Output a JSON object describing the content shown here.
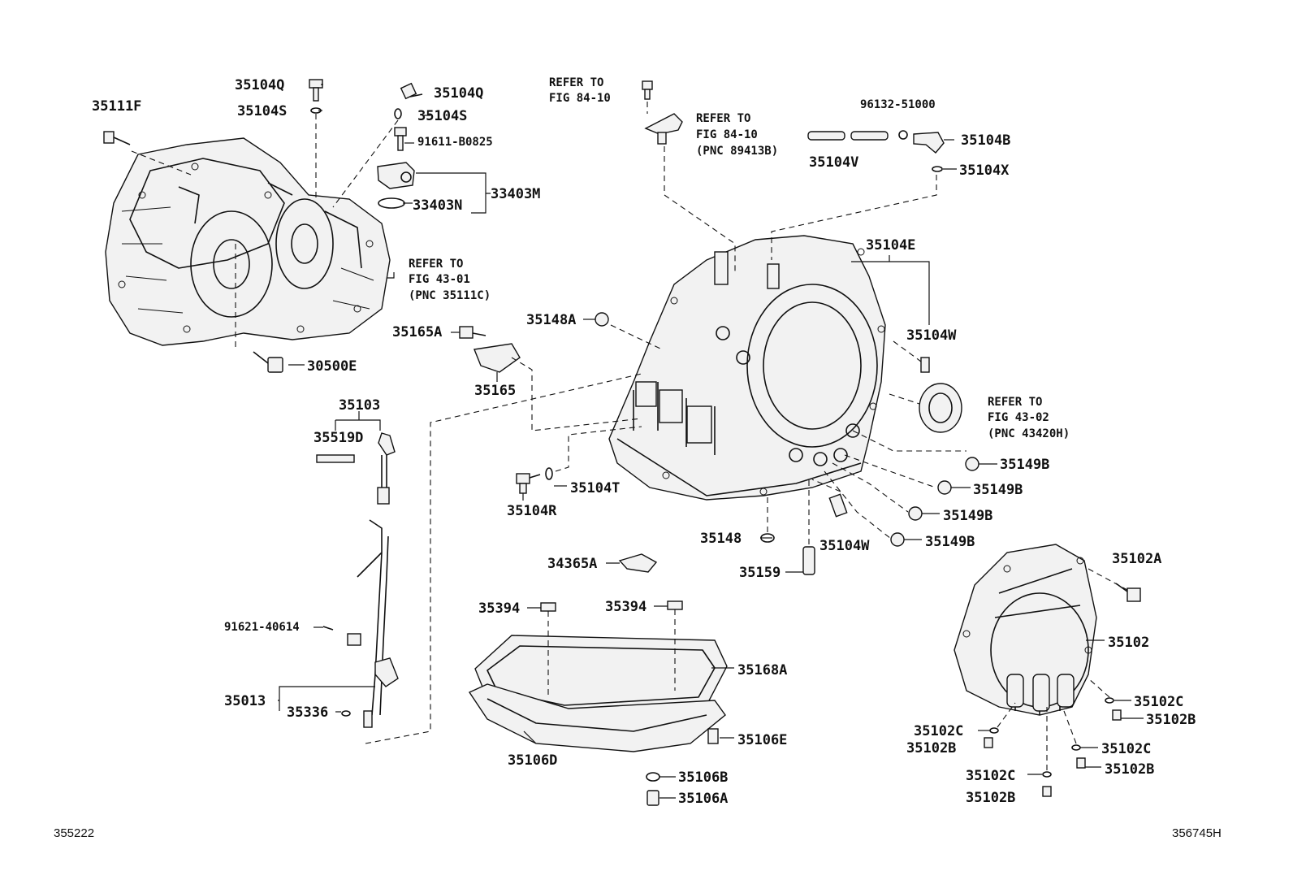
{
  "labels": {
    "p35111F": "35111F",
    "p35104Q_a": "35104Q",
    "p35104S_a": "35104S",
    "p35104Q_b": "35104Q",
    "p35104S_b": "35104S",
    "p91611": "91611-B0825",
    "p33403M": "33403M",
    "p33403N": "33403N",
    "p30500E": "30500E",
    "p35165A": "35165A",
    "p35165": "35165",
    "p35148A": "35148A",
    "p35103": "35103",
    "p35519D": "35519D",
    "p35104R": "35104R",
    "p35104T": "35104T",
    "p91621": "91621-40614",
    "p35013": "35013",
    "p35336": "35336",
    "p96132": "96132-51000",
    "p35104B": "35104B",
    "p35104V": "35104V",
    "p35104X": "35104X",
    "p35104E": "35104E",
    "p35104W_a": "35104W",
    "p35149B_1": "35149B",
    "p35149B_2": "35149B",
    "p35149B_3": "35149B",
    "p35149B_4": "35149B",
    "p35148": "35148",
    "p35104W_b": "35104W",
    "p35159": "35159",
    "p34365A": "34365A",
    "p35394_a": "35394",
    "p35394_b": "35394",
    "p35168A": "35168A",
    "p35106E": "35106E",
    "p35106D": "35106D",
    "p35106B": "35106B",
    "p35106A": "35106A",
    "p35102A": "35102A",
    "p35102": "35102",
    "p35102C_1": "35102C",
    "p35102B_1": "35102B",
    "p35102C_2": "35102C",
    "p35102B_2": "35102B",
    "p35102C_3": "35102C",
    "p35102B_3": "35102B",
    "p35102C_4": "35102C",
    "p35102B_4": "35102B"
  },
  "references": {
    "fig8410_a_l1": "REFER TO",
    "fig8410_a_l2": "FIG 84-10",
    "fig8410_b_l1": "REFER TO",
    "fig8410_b_l2": "FIG 84-10",
    "fig8410_b_l3": "(PNC 89413B)",
    "fig4301_l1": "REFER TO",
    "fig4301_l2": "FIG 43-01",
    "fig4301_l3": "(PNC 35111C)",
    "fig4302_l1": "REFER TO",
    "fig4302_l2": "FIG 43-02",
    "fig4302_l3": "(PNC 43420H)"
  },
  "footer": {
    "left_code": "355222",
    "right_code": "356745H"
  }
}
